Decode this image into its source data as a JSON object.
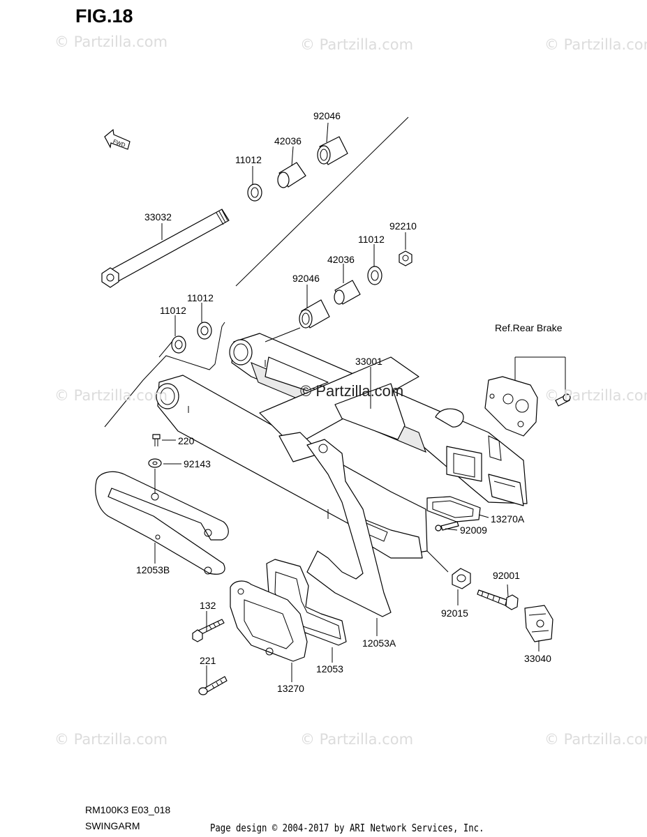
{
  "figure": {
    "title": "FIG.18",
    "direction_marker": "FWD"
  },
  "watermark_text": "© Partzilla.com",
  "center_watermark": "© Partzilla.com",
  "parts": {
    "p92046_top": "92046",
    "p42036_top": "42036",
    "p11012_top": "11012",
    "p33032": "33032",
    "p92210": "92210",
    "p11012_mid": "11012",
    "p42036_mid": "42036",
    "p92046_mid": "92046",
    "p11012_left_a": "11012",
    "p11012_left_b": "11012",
    "p33001": "33001",
    "ref_rear_brake": "Ref.Rear Brake",
    "p220": "220",
    "p92143": "92143",
    "p12053B": "12053B",
    "p13270A": "13270A",
    "p92009": "92009",
    "p92001": "92001",
    "p92015": "92015",
    "p132": "132",
    "p12053A": "12053A",
    "p12053": "12053",
    "p221": "221",
    "p13270": "13270",
    "p33040": "33040"
  },
  "footer": {
    "model_code": "RM100K3 E03_018",
    "section_name": "SWINGARM",
    "copyright": "Page design © 2004-2017 by ARI Network Services, Inc."
  }
}
